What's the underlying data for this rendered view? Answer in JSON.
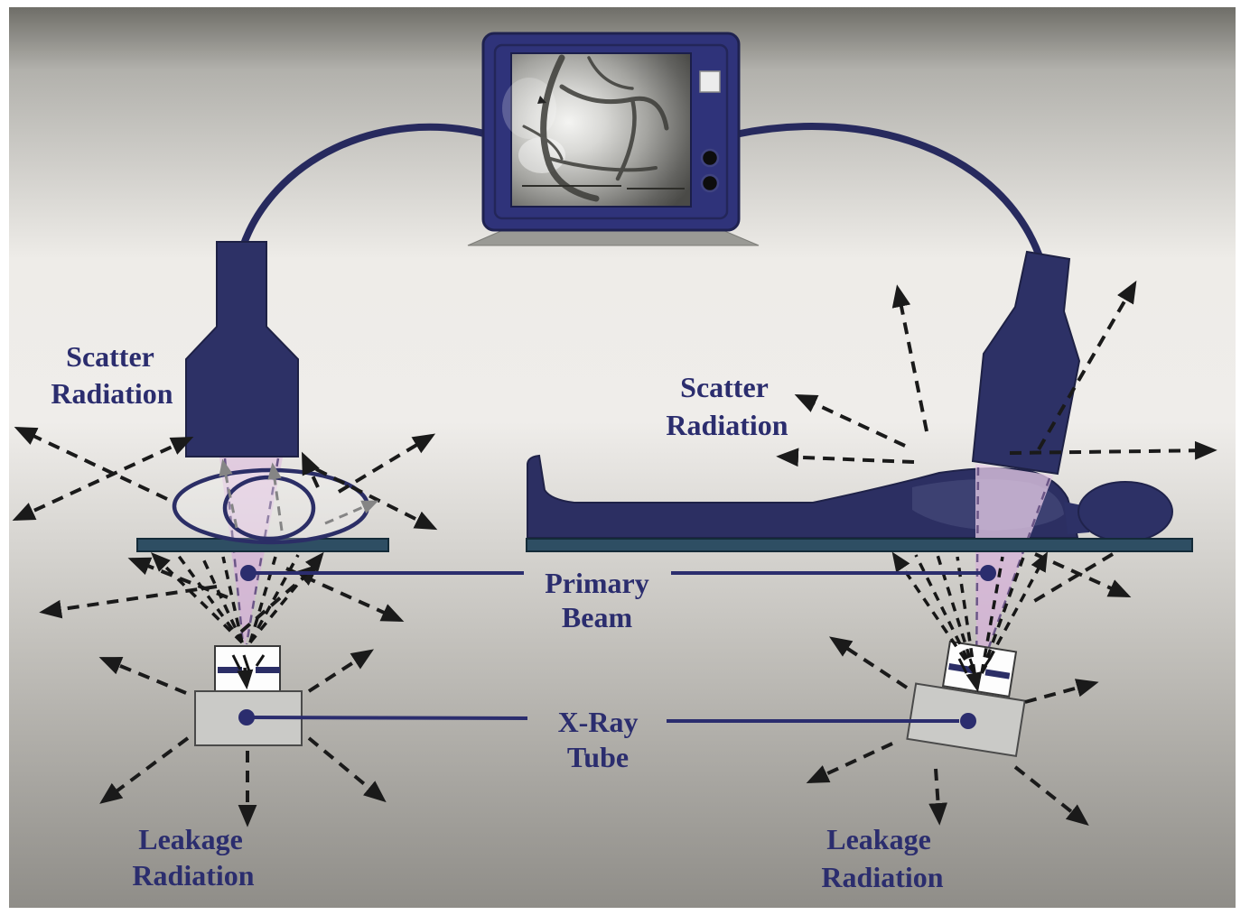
{
  "diagram": {
    "kind": "fluoroscopy-radiation-sources-diagram",
    "views": [
      "axial-view-left",
      "lateral-view-right"
    ],
    "components": [
      "display-monitor",
      "video-cable-left",
      "video-cable-right",
      "image-intensifier-left",
      "image-intensifier-right",
      "patient-cross-section",
      "patient-lateral-silhouette",
      "exam-table-left",
      "exam-table-right",
      "collimator-left",
      "collimator-right",
      "xray-tube-housing-left",
      "xray-tube-housing-right",
      "primary-beam-cone-left",
      "primary-beam-cone-right",
      "scatter-radiation-arrows",
      "leakage-radiation-arrows"
    ]
  },
  "labels": {
    "scatter_left": {
      "line1": "Scatter",
      "line2": "Radiation"
    },
    "scatter_right": {
      "line1": "Scatter",
      "line2": "Radiation"
    },
    "primary_beam": {
      "line1": "Primary",
      "line2": "Beam"
    },
    "xray_tube": {
      "line1": "X-Ray",
      "line2": "Tube"
    },
    "leakage_left": {
      "line1": "Leakage",
      "line2": "Radiation"
    },
    "leakage_right": {
      "line1": "Leakage",
      "line2": "Radiation"
    }
  },
  "colors": {
    "navy": "#2d3166",
    "monitor_blue": "#2f337a",
    "label_text": "#2b2d6e",
    "table_teal": "#2e4e63",
    "beam_pink": "#dcc0dc",
    "tube_gray": "#cacac7",
    "collimator_white": "#fdfdfd",
    "arrow_black": "#1a1a1a",
    "arrow_gray": "#858585",
    "background_light": "#efedea",
    "background_dark": "#93918c"
  }
}
